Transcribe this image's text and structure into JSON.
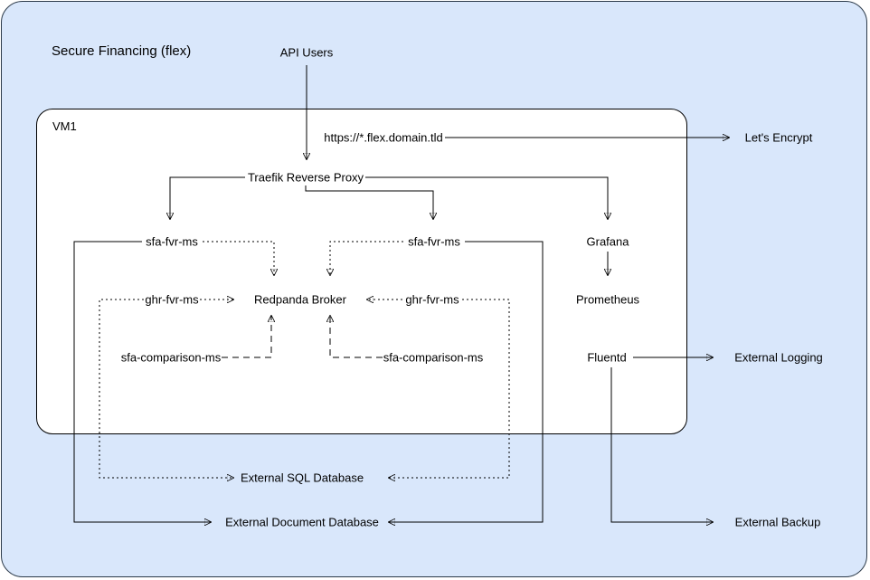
{
  "diagram": {
    "title": "Secure Financing (flex)",
    "colors": {
      "canvas_fill": "#d9e7fb",
      "vm_fill": "#ffffff",
      "line": "#000000"
    },
    "nodes": {
      "api_users": "API Users",
      "vm1": "VM1",
      "url": "https://*.flex.domain.tld",
      "lets_encrypt": "Let's Encrypt",
      "traefik": "Traefik Reverse Proxy",
      "sfa_fvr_ms_left": "sfa-fvr-ms",
      "sfa_fvr_ms_middle": "sfa-fvr-ms",
      "grafana": "Grafana",
      "redpanda": "Redpanda Broker",
      "ghr_fvr_ms_left": "ghr-fvr-ms",
      "ghr_fvr_ms_right": "ghr-fvr-ms",
      "prometheus": "Prometheus",
      "sfa_comparison_left": "sfa-comparison-ms",
      "sfa_comparison_right": "sfa-comparison-ms",
      "fluentd": "Fluentd",
      "external_logging": "External Logging",
      "external_sql_db": "External SQL Database",
      "external_doc_db": "External Document Database",
      "external_backup": "External Backup"
    },
    "edges": [
      {
        "from": "API Users",
        "to": "Traefik Reverse Proxy",
        "style": "solid"
      },
      {
        "from": "https://*.flex.domain.tld",
        "to": "Let's Encrypt",
        "style": "solid"
      },
      {
        "from": "Traefik Reverse Proxy",
        "to": "sfa-fvr-ms (left)",
        "style": "solid"
      },
      {
        "from": "Traefik Reverse Proxy",
        "to": "sfa-fvr-ms (middle)",
        "style": "solid"
      },
      {
        "from": "Traefik Reverse Proxy",
        "to": "Grafana",
        "style": "solid"
      },
      {
        "from": "sfa-fvr-ms (left)",
        "to": "Redpanda Broker",
        "style": "dotted"
      },
      {
        "from": "sfa-fvr-ms (middle)",
        "to": "Redpanda Broker",
        "style": "dotted"
      },
      {
        "from": "ghr-fvr-ms (left)",
        "to": "Redpanda Broker",
        "style": "dotted"
      },
      {
        "from": "ghr-fvr-ms (right)",
        "to": "Redpanda Broker",
        "style": "dotted"
      },
      {
        "from": "sfa-comparison-ms (left)",
        "to": "Redpanda Broker",
        "style": "dashed"
      },
      {
        "from": "sfa-comparison-ms (right)",
        "to": "Redpanda Broker",
        "style": "dashed"
      },
      {
        "from": "Grafana",
        "to": "Prometheus",
        "style": "solid"
      },
      {
        "from": "Fluentd",
        "to": "External Logging",
        "style": "solid"
      },
      {
        "from": "Fluentd",
        "to": "External Backup",
        "style": "solid"
      },
      {
        "from": "ghr-fvr-ms (left)",
        "to": "External SQL Database",
        "style": "dotted"
      },
      {
        "from": "ghr-fvr-ms (right)",
        "to": "External SQL Database",
        "style": "dotted"
      },
      {
        "from": "sfa-fvr-ms (left)",
        "to": "External Document Database",
        "style": "solid"
      },
      {
        "from": "sfa-fvr-ms (middle)",
        "to": "External Document Database",
        "style": "solid"
      }
    ]
  }
}
